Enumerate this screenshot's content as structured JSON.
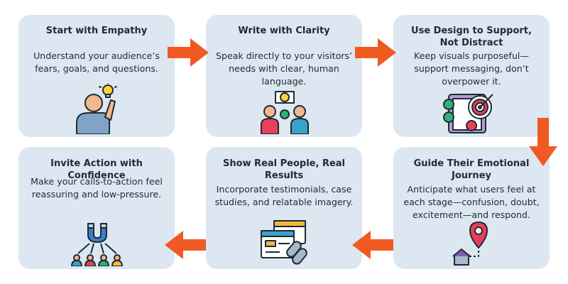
{
  "steps": [
    {
      "title": "Start with Empathy",
      "body": "Understand your audience’s fears, goals, and questions.",
      "icon": "idea-person-icon"
    },
    {
      "title": "Write with Clarity",
      "body": "Speak directly to your visitors’ needs with clear, human language.",
      "icon": "conversation-idea-icon"
    },
    {
      "title": "Use Design to Support, Not Distract",
      "body": "Keep visuals purposeful—support messaging, don’t overpower it.",
      "icon": "target-checklist-icon"
    },
    {
      "title": "Guide Their Emotional Journey",
      "body": "Anticipate what users feel at each stage—confusion, doubt, excitement—and respond.",
      "icon": "map-pin-route-icon"
    },
    {
      "title": "Show Real People, Real Results",
      "body": "Incorporate testimonials, case studies, and relatable imagery.",
      "icon": "browser-link-icon"
    },
    {
      "title": "Invite Action with Confidence",
      "body": "Make your calls-to-action feel reassuring and low-pressure.",
      "icon": "magnet-people-icon"
    }
  ],
  "colors": {
    "card": "#dde7f1",
    "arrow": "#f05a22",
    "text": "#1f2a33"
  }
}
